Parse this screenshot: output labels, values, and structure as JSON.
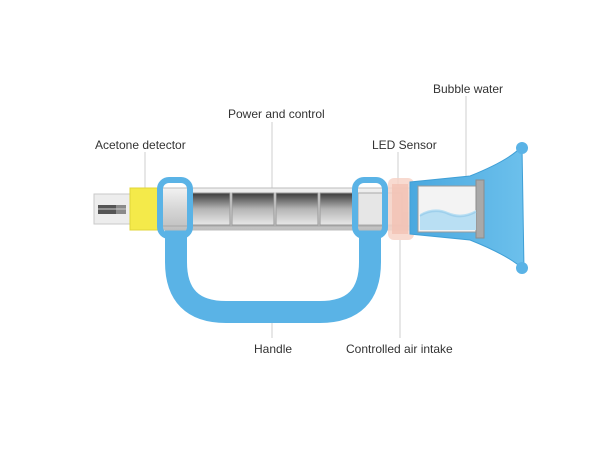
{
  "labels": {
    "acetone_detector": "Acetone detector",
    "power_and_control": "Power and control",
    "led_sensor": "LED Sensor",
    "bubble_water": "Bubble water",
    "handle": "Handle",
    "controlled_air_intake": "Controlled air intake"
  },
  "colors": {
    "handle_blue": "#5ab3e6",
    "handle_blue_dark": "#3f9fd6",
    "acetone_yellow": "#f4ea4a",
    "led_pink": "#f7d3c8",
    "water_blue": "#b9dff3",
    "leader_line": "#cfcfcf",
    "tube_gray": "#d9d9d9",
    "tube_dark": "#6e6e6e"
  },
  "icons": {
    "device": "breath-analyzer-device"
  }
}
